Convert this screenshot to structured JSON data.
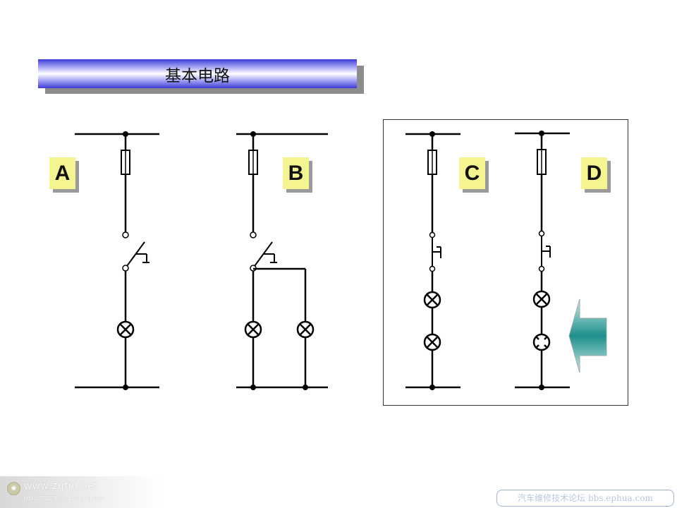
{
  "title": "基本电路",
  "labels": {
    "a": "A",
    "b": "B",
    "c": "C",
    "d": "D"
  },
  "watermark": {
    "site": "www.zqtm.net",
    "url": "http://275278258.qzone.qq.com"
  },
  "forum_badge": "汽车维修技术论坛 bbs.ephua.com",
  "colors": {
    "title_bar_dark": "#3b3bd6",
    "label_bg": "#f4f490",
    "arrow": "#2a9a96"
  },
  "icons": [
    "fuse-icon",
    "switch-icon",
    "push-button-icon",
    "lamp-icon",
    "faulty-lamp-icon",
    "pointer-arrow-icon"
  ]
}
